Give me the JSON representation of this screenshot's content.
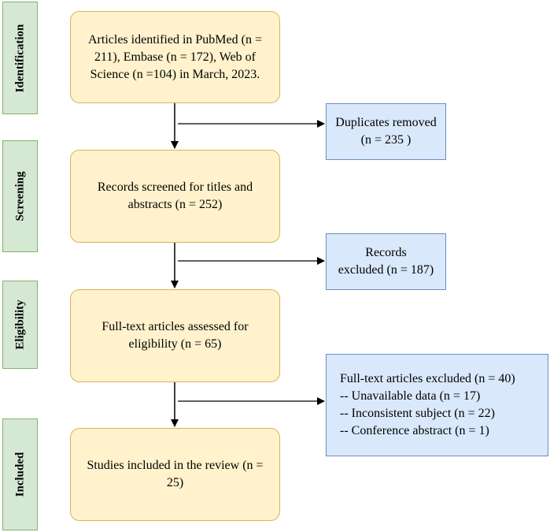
{
  "phases": {
    "identification": "Identification",
    "screening": "Screening",
    "eligibility": "Eligibility",
    "included": "Included"
  },
  "boxes": {
    "identified": "Articles identified in PubMed (n = 211), Embase (n = 172), Web of Science (n =104) in March, 2023.",
    "screened": "Records screened for titles and abstracts (n = 252)",
    "assessed": "Full-text articles assessed for eligibility (n = 65)",
    "included": "Studies included in the review (n = 25)"
  },
  "exclusions": {
    "duplicates": {
      "line1": "Duplicates removed",
      "line2": "(n = 235 )"
    },
    "records": {
      "line1": "Records",
      "line2": "excluded (n = 187)"
    },
    "fulltext": {
      "title": "Full-text articles excluded (n = 40)",
      "items": [
        "-- Unavailable data (n = 17)",
        "-- Inconsistent subject (n = 22)",
        "-- Conference abstract (n = 1)"
      ]
    }
  },
  "colors": {
    "phase_fill": "#d5e8d4",
    "phase_border": "#82b366",
    "main_fill": "#fff2cc",
    "main_border": "#d6b656",
    "side_fill": "#dae8fc",
    "side_border": "#6c8ebf"
  }
}
